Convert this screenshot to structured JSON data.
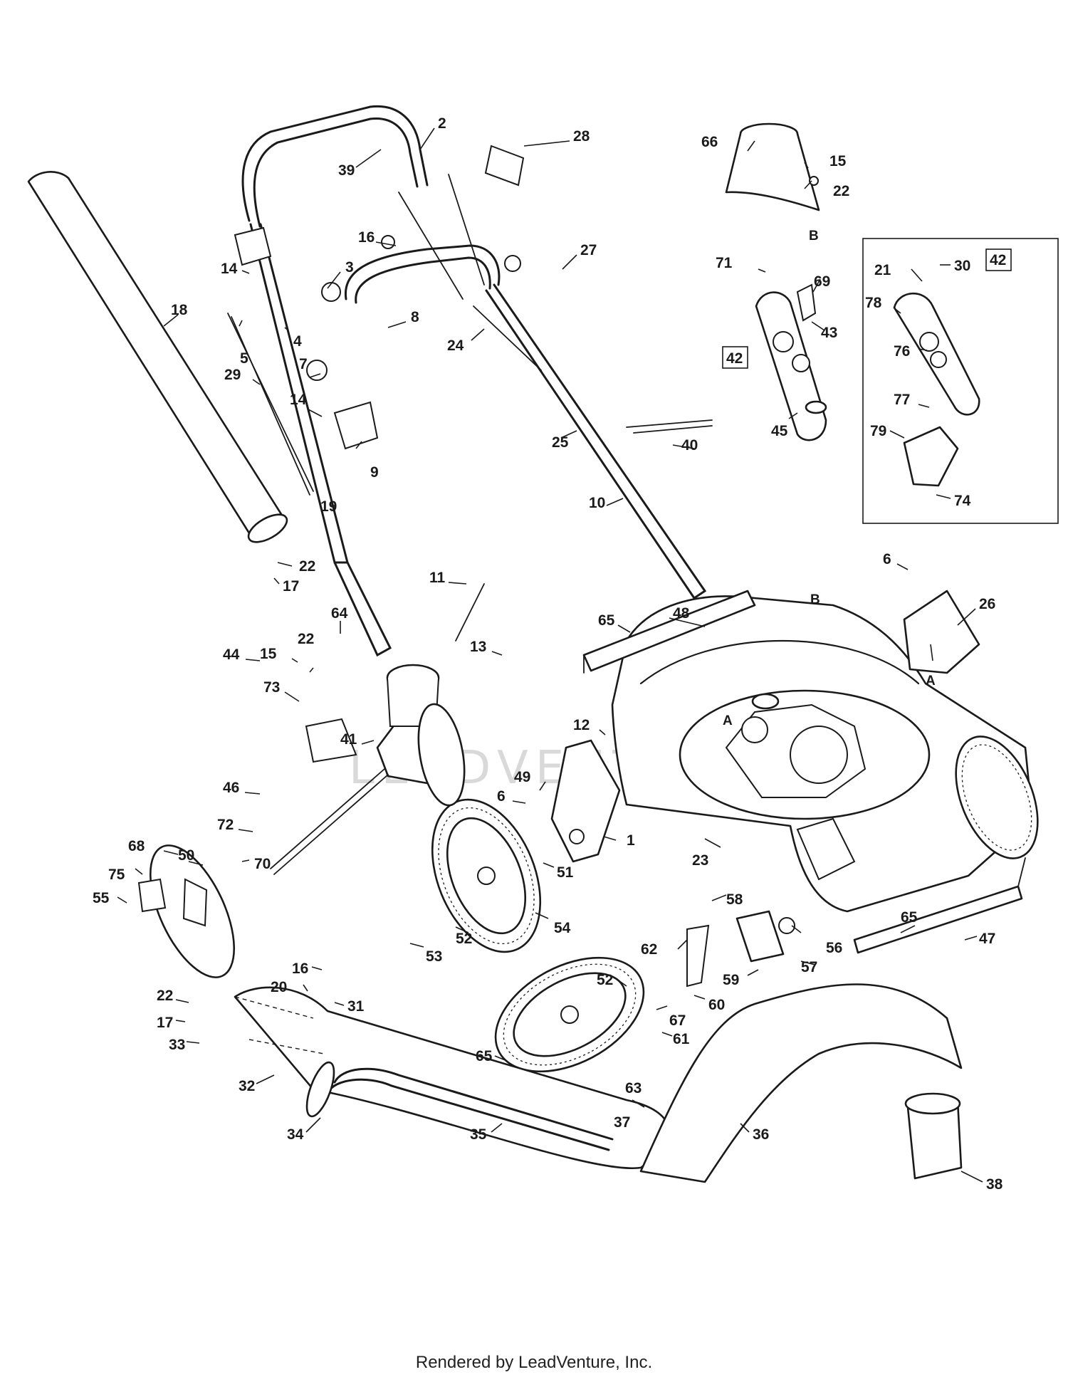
{
  "diagram": {
    "callouts": [
      {
        "id": "c-2",
        "text": "2"
      },
      {
        "id": "c-28",
        "text": "28"
      },
      {
        "id": "c-39",
        "text": "39"
      },
      {
        "id": "c-16a",
        "text": "16"
      },
      {
        "id": "c-27",
        "text": "27"
      },
      {
        "id": "c-3",
        "text": "3"
      },
      {
        "id": "c-14a",
        "text": "14"
      },
      {
        "id": "c-5",
        "text": "5"
      },
      {
        "id": "c-4",
        "text": "4"
      },
      {
        "id": "c-8",
        "text": "8"
      },
      {
        "id": "c-24",
        "text": "24"
      },
      {
        "id": "c-7",
        "text": "7"
      },
      {
        "id": "c-18",
        "text": "18"
      },
      {
        "id": "c-29",
        "text": "29"
      },
      {
        "id": "c-14b",
        "text": "14"
      },
      {
        "id": "c-9",
        "text": "9"
      },
      {
        "id": "c-19",
        "text": "19"
      },
      {
        "id": "c-25",
        "text": "25"
      },
      {
        "id": "c-40",
        "text": "40"
      },
      {
        "id": "c-10",
        "text": "10"
      },
      {
        "id": "c-22a",
        "text": "22"
      },
      {
        "id": "c-17a",
        "text": "17"
      },
      {
        "id": "c-11",
        "text": "11"
      },
      {
        "id": "c-66",
        "text": "66"
      },
      {
        "id": "c-15a",
        "text": "15"
      },
      {
        "id": "c-22b",
        "text": "22"
      },
      {
        "id": "c-71",
        "text": "71"
      },
      {
        "id": "c-69",
        "text": "69"
      },
      {
        "id": "c-43",
        "text": "43"
      },
      {
        "id": "c-42a",
        "text": "42"
      },
      {
        "id": "c-45",
        "text": "45"
      },
      {
        "id": "c-21",
        "text": "21"
      },
      {
        "id": "c-30",
        "text": "30"
      },
      {
        "id": "c-42b",
        "text": "42"
      },
      {
        "id": "c-78",
        "text": "78"
      },
      {
        "id": "c-76",
        "text": "76"
      },
      {
        "id": "c-77",
        "text": "77"
      },
      {
        "id": "c-79",
        "text": "79"
      },
      {
        "id": "c-74",
        "text": "74"
      },
      {
        "id": "c-6a",
        "text": "6"
      },
      {
        "id": "c-26",
        "text": "26"
      },
      {
        "id": "c-64",
        "text": "64"
      },
      {
        "id": "c-44",
        "text": "44"
      },
      {
        "id": "c-15b",
        "text": "15"
      },
      {
        "id": "c-22c",
        "text": "22"
      },
      {
        "id": "c-73",
        "text": "73"
      },
      {
        "id": "c-41",
        "text": "41"
      },
      {
        "id": "c-48",
        "text": "48"
      },
      {
        "id": "c-65a",
        "text": "65"
      },
      {
        "id": "c-13",
        "text": "13"
      },
      {
        "id": "c-12",
        "text": "12"
      },
      {
        "id": "c-49",
        "text": "49"
      },
      {
        "id": "c-46",
        "text": "46"
      },
      {
        "id": "c-6b",
        "text": "6"
      },
      {
        "id": "c-72",
        "text": "72"
      },
      {
        "id": "c-68",
        "text": "68"
      },
      {
        "id": "c-50",
        "text": "50"
      },
      {
        "id": "c-70",
        "text": "70"
      },
      {
        "id": "c-75",
        "text": "75"
      },
      {
        "id": "c-55",
        "text": "55"
      },
      {
        "id": "c-1",
        "text": "1"
      },
      {
        "id": "c-51",
        "text": "51"
      },
      {
        "id": "c-23",
        "text": "23"
      },
      {
        "id": "c-54",
        "text": "54"
      },
      {
        "id": "c-52a",
        "text": "52"
      },
      {
        "id": "c-53",
        "text": "53"
      },
      {
        "id": "c-58",
        "text": "58"
      },
      {
        "id": "c-62",
        "text": "62"
      },
      {
        "id": "c-56",
        "text": "56"
      },
      {
        "id": "c-57",
        "text": "57"
      },
      {
        "id": "c-59",
        "text": "59"
      },
      {
        "id": "c-65b",
        "text": "65"
      },
      {
        "id": "c-47",
        "text": "47"
      },
      {
        "id": "c-52b",
        "text": "52"
      },
      {
        "id": "c-60",
        "text": "60"
      },
      {
        "id": "c-67",
        "text": "67"
      },
      {
        "id": "c-61",
        "text": "61"
      },
      {
        "id": "c-16b",
        "text": "16"
      },
      {
        "id": "c-20",
        "text": "20"
      },
      {
        "id": "c-31",
        "text": "31"
      },
      {
        "id": "c-22d",
        "text": "22"
      },
      {
        "id": "c-17b",
        "text": "17"
      },
      {
        "id": "c-33",
        "text": "33"
      },
      {
        "id": "c-32",
        "text": "32"
      },
      {
        "id": "c-34",
        "text": "34"
      },
      {
        "id": "c-35",
        "text": "35"
      },
      {
        "id": "c-65c",
        "text": "65"
      },
      {
        "id": "c-63",
        "text": "63"
      },
      {
        "id": "c-37",
        "text": "37"
      },
      {
        "id": "c-36",
        "text": "36"
      },
      {
        "id": "c-38",
        "text": "38"
      }
    ],
    "reference_letters": [
      {
        "id": "r-B1",
        "text": "B"
      },
      {
        "id": "r-B2",
        "text": "B"
      },
      {
        "id": "r-A1",
        "text": "A"
      },
      {
        "id": "r-A2",
        "text": "A"
      }
    ]
  },
  "watermark": "LEADVENTURE",
  "footer": {
    "text": "Rendered by LeadVenture, Inc."
  }
}
